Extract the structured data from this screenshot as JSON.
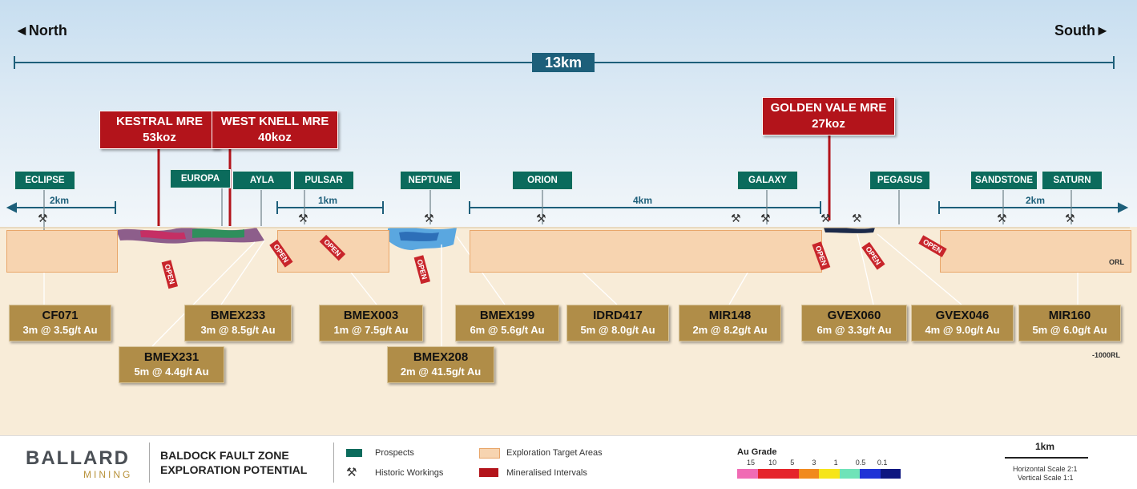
{
  "directions": {
    "north": "North",
    "south": "South"
  },
  "scale_total": "13km",
  "mre": [
    {
      "name": "KESTRAL MRE",
      "value": "53koz"
    },
    {
      "name": "WEST KNELL MRE",
      "value": "40koz"
    },
    {
      "name": "GOLDEN VALE MRE",
      "value": "27koz"
    }
  ],
  "prospects": [
    "ECLIPSE",
    "EUROPA",
    "AYLA",
    "PULSAR",
    "NEPTUNE",
    "ORION",
    "GALAXY",
    "PEGASUS",
    "SANDSTONE",
    "SATURN"
  ],
  "distances": [
    "2km",
    "1km",
    "4km",
    "2km"
  ],
  "levels": {
    "orl": "ORL",
    "deep": "-1000RL"
  },
  "open_label": "OPEN",
  "drillholes": [
    {
      "name": "CF071",
      "grade": "3m @ 3.5g/t Au"
    },
    {
      "name": "BMEX231",
      "grade": "5m @ 4.4g/t Au"
    },
    {
      "name": "BMEX233",
      "grade": "3m @ 8.5g/t Au"
    },
    {
      "name": "BMEX003",
      "grade": "1m @ 7.5g/t Au"
    },
    {
      "name": "BMEX208",
      "grade": "2m @ 41.5g/t Au"
    },
    {
      "name": "BMEX199",
      "grade": "6m @ 5.6g/t Au"
    },
    {
      "name": "IDRD417",
      "grade": "5m @ 8.0g/t Au"
    },
    {
      "name": "MIR148",
      "grade": "2m @ 8.2g/t Au"
    },
    {
      "name": "GVEX060",
      "grade": "6m @ 3.3g/t Au"
    },
    {
      "name": "GVEX046",
      "grade": "4m @ 9.0g/t Au"
    },
    {
      "name": "MIR160",
      "grade": "5m @ 6.0g/t Au"
    }
  ],
  "footer": {
    "logo_main": "BALLARD",
    "logo_sub": "MINING",
    "title_line1": "BALDOCK FAULT ZONE",
    "title_line2": "EXPLORATION POTENTIAL",
    "legend": {
      "prospects": "Prospects",
      "historic": "Historic Workings",
      "targets": "Exploration Target Areas",
      "intervals": "Mineralised Intervals"
    },
    "au_grade": {
      "title": "Au Grade",
      "ticks": [
        "15",
        "10",
        "5",
        "3",
        "1",
        "0.5",
        "0.1"
      ],
      "colors": [
        "#f06bb4",
        "#e5242b",
        "#e5242b",
        "#f18a1e",
        "#f6e51a",
        "#6fe3b8",
        "#1f33d6",
        "#0d1680"
      ]
    },
    "scale": {
      "bar": "1km",
      "horizontal": "Horizontal Scale 2:1",
      "vertical": "Vertical Scale 1:1"
    }
  },
  "colors": {
    "mre": "#b3141b",
    "prospect": "#0b6b5c",
    "drill": "#b08d48",
    "target": "#f7d4b0",
    "scale_box": "#1d5f7a",
    "line": "#1d5f7a"
  }
}
